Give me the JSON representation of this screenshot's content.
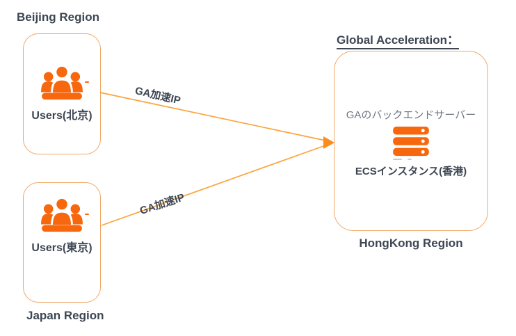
{
  "regions": {
    "beijing": {
      "title": "Beijing Region",
      "node_label": "Users(北京)"
    },
    "japan": {
      "title": "Japan Region",
      "node_label": "Users(東京)"
    },
    "hongkong": {
      "header": "Global Acceleration：",
      "title": "HongKong Region",
      "backend_label": "GAのバックエンドサーバー",
      "ecs_label": "ECSインスタンス(香港)"
    }
  },
  "connections": {
    "beijing_to_ga_label": "GA加速IP",
    "japan_to_ga_label": "GA加速IP"
  },
  "colors": {
    "icon_orange": "#F7670E",
    "box_border_orange": "#F0A766",
    "line_orange": "#FCA43C",
    "arrowhead_orange": "#FB8C1E",
    "text_dark": "#3D4653",
    "text_gray": "#6F7682"
  }
}
